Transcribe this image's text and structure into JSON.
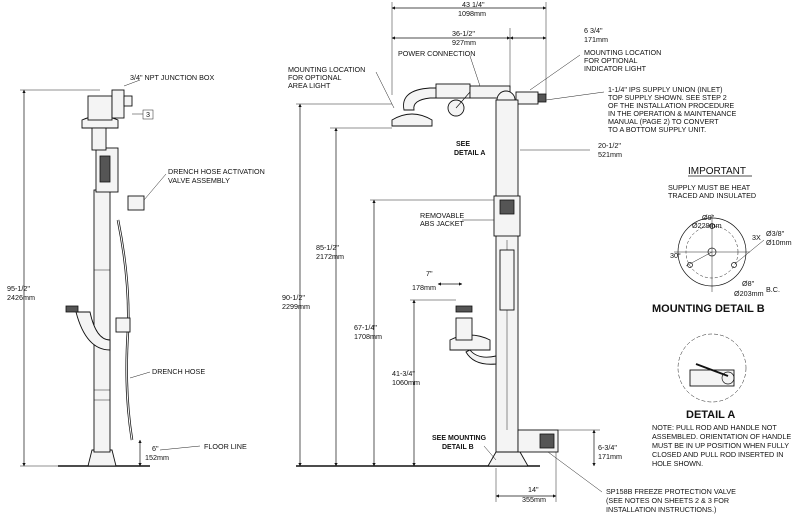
{
  "top_dims": {
    "overall_in": "43 1/4\"",
    "overall_mm": "1098mm",
    "inner_in": "36-1/2\"",
    "inner_mm": "927mm",
    "right_in": "6 3/4\"",
    "right_mm": "171mm"
  },
  "left_labels": {
    "junction_box": "3/4\" NPT JUNCTION BOX",
    "callout_num": "3",
    "drench_valve_1": "DRENCH HOSE ACTIVATION",
    "drench_valve_2": "VALVE ASSEMBLY",
    "drench_hose": "DRENCH HOSE",
    "floor_line": "FLOOR LINE",
    "height_in": "95-1/2\"",
    "height_mm": "2426mm",
    "floor_in": "6\"",
    "floor_mm": "152mm"
  },
  "middle_labels": {
    "area_light_1": "MOUNTING LOCATION",
    "area_light_2": "FOR OPTIONAL",
    "area_light_3": "AREA LIGHT",
    "power": "POWER CONNECTION",
    "indicator_1": "MOUNTING LOCATION",
    "indicator_2": "FOR OPTIONAL",
    "indicator_3": "INDICATOR LIGHT",
    "supply_1": "1-1/4\" IPS SUPPLY UNION (INLET)",
    "supply_2": "TOP SUPPLY SHOWN. SEE STEP 2",
    "supply_3": "OF THE INSTALLATION PROCEDURE",
    "supply_4": "IN THE OPERATION & MAINTENANCE",
    "supply_5": "MANUAL (PAGE 2) TO CONVERT",
    "supply_6": "TO A BOTTOM SUPPLY UNIT.",
    "see_detail_a_1": "SEE",
    "see_detail_a_2": "DETAIL A",
    "dim_205_in": "20-1/2\"",
    "dim_205_mm": "521mm",
    "abs_1": "REMOVABLE",
    "abs_2": "ABS JACKET",
    "dim_855_in": "85-1/2\"",
    "dim_855_mm": "2172mm",
    "dim_905_in": "90-1/2\"",
    "dim_905_mm": "2299mm",
    "dim_7_in": "7\"",
    "dim_7_mm": "178mm",
    "dim_6725_in": "67-1/4\"",
    "dim_6725_mm": "1708mm",
    "dim_4175_in": "41-3/4\"",
    "dim_4175_mm": "1060mm",
    "see_mount_b_1": "SEE MOUNTING",
    "see_mount_b_2": "DETAIL B",
    "dim_675_in": "6-3/4\"",
    "dim_675_mm": "171mm",
    "dim_14_in": "14\"",
    "dim_14_mm": "355mm",
    "valve_1": "SP158B FREEZE PROTECTION VALVE",
    "valve_2": "(SEE NOTES ON SHEETS 2 & 3 FOR",
    "valve_3": "INSTALLATION INSTRUCTIONS.)"
  },
  "important": {
    "heading": "IMPORTANT",
    "line1": "SUPPLY MUST BE HEAT",
    "line2": "TRACED AND INSULATED",
    "d9_in": "Ø9\"",
    "d9_mm": "Ø229mm",
    "hole_count": "3X",
    "hole_in": "Ø3/8\"",
    "hole_mm": "Ø10mm",
    "angle": "30°",
    "d8_in": "Ø8\"",
    "d8_mm": "Ø203mm",
    "bc": "B.C.",
    "mount_title": "MOUNTING DETAIL B",
    "detail_a_title": "DETAIL A",
    "note_1": "NOTE: PULL ROD AND HANDLE NOT",
    "note_2": "ASSEMBLED. ORIENTATION OF HANDLE",
    "note_3": "MUST BE IN UP POSITION WHEN FULLY",
    "note_4": "CLOSED AND PULL ROD INSERTED IN",
    "note_5": "HOLE SHOWN."
  }
}
